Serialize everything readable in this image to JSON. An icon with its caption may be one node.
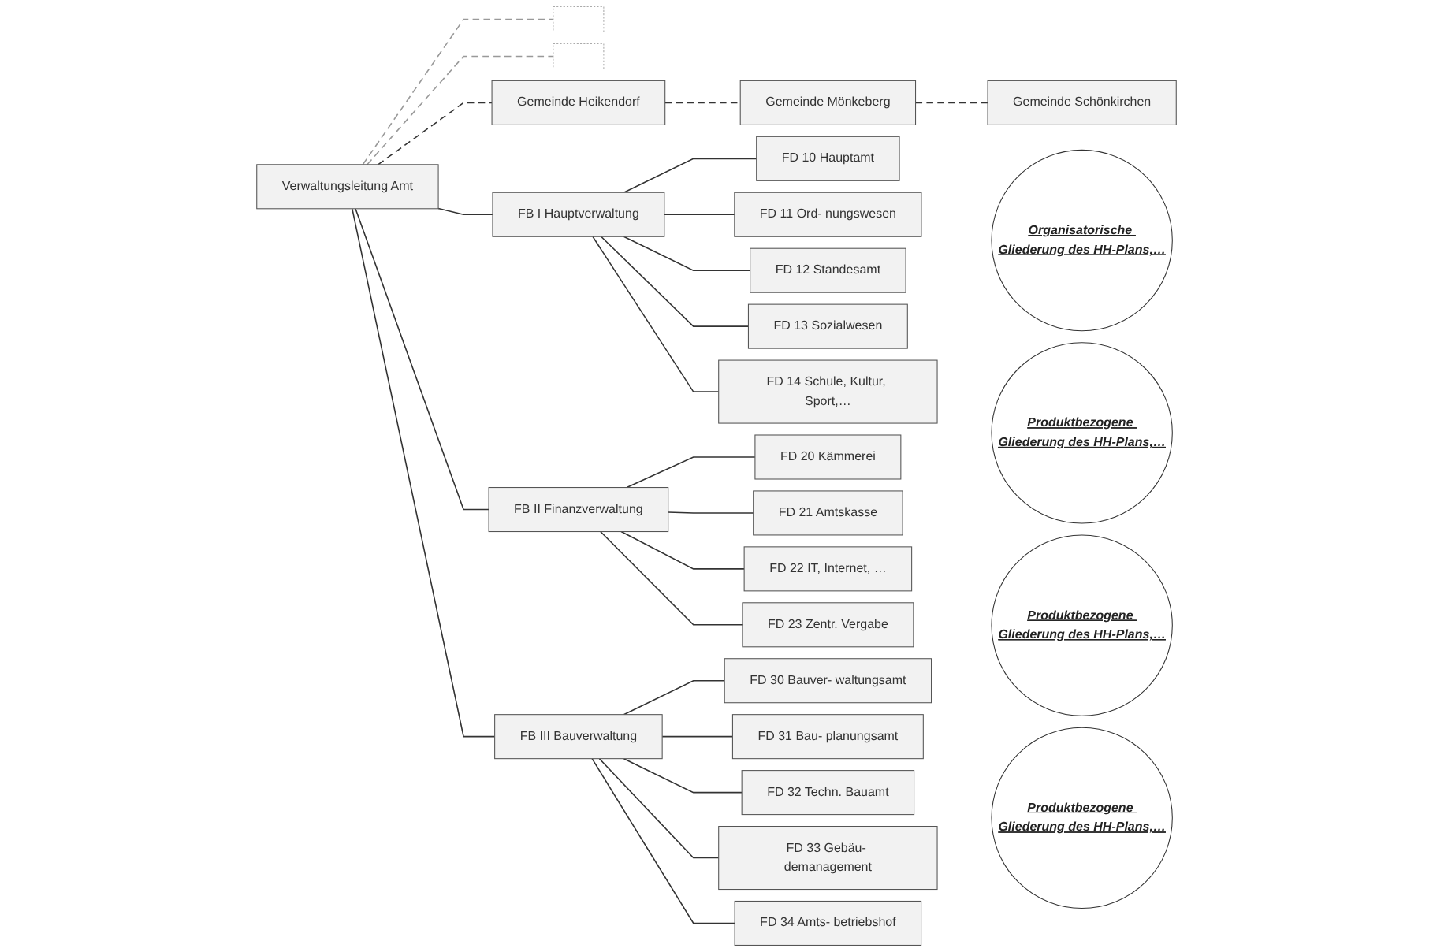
{
  "diagram": {
    "nodes": [
      {
        "text": [
          "Verwaltungsleitung Amt"
        ]
      },
      {
        "text": [],
        "shape": "box"
      },
      {
        "text": [],
        "shape": "box"
      },
      {
        "text": [
          "Gemeinde Heikendorf"
        ]
      },
      {
        "text": [
          "Gemeinde Mönkeberg"
        ]
      },
      {
        "text": [
          "Gemeinde Schönkirchen"
        ]
      },
      {
        "text": [
          "FB I Hauptverwaltung"
        ]
      },
      {
        "text": [
          "FB II Finanzverwaltung"
        ]
      },
      {
        "text": [
          "FB III Bauverwaltung"
        ]
      },
      {
        "text": [
          "FD 10 Hauptamt"
        ]
      },
      {
        "text": [
          "FD 11 Ord- nungswesen"
        ]
      },
      {
        "text": [
          "FD 12 Standesamt"
        ]
      },
      {
        "text": [
          "FD 13 Sozialwesen"
        ]
      },
      {
        "text": [
          "FD 14 Schule, Kultur, Sport,…"
        ]
      },
      {
        "text": [
          "FD 20 Kämmerei"
        ]
      },
      {
        "text": [
          "FD 21 Amtskasse"
        ]
      },
      {
        "text": [
          "FD 22 IT, Internet, …"
        ]
      },
      {
        "text": [
          "FD 23 Zentr. Vergabe"
        ]
      },
      {
        "text": [
          "FD 30 Bauver- waltungsamt"
        ]
      },
      {
        "text": [
          "FD 31 Bau- planungsamt"
        ]
      },
      {
        "text": [
          "FD 32 Techn. Bauamt"
        ]
      },
      {
        "text": [
          "FD 33 Gebäu- demanagement"
        ]
      },
      {
        "text": [
          "FD 34 Amts- betriebshof"
        ]
      },
      {
        "text": [
          "Organisatorische Gliederung des HH-Plans,…"
        ]
      },
      {
        "text": [
          "Produktbezogene Gliederung des HH-Plans,…"
        ]
      },
      {
        "text": [
          "Produktbezogene Gliederung des HH-Plans,…"
        ]
      },
      {
        "text": [
          "Produktbezogene Gliederung des HH-Plans,…"
        ]
      }
    ],
    "edges": [
      {
        "from": 0,
        "to": 3,
        "arrow": "none",
        "style": "dashed"
      },
      {
        "from": 3,
        "to": 4,
        "arrow": "none",
        "style": "dashed"
      },
      {
        "from": 4,
        "to": 5,
        "arrow": "none",
        "style": "dashed"
      },
      {
        "from": 0,
        "to": 1,
        "arrow": "none",
        "style": "dashed",
        "color": "#999999"
      },
      {
        "from": 0,
        "to": 2,
        "arrow": "none",
        "style": "dashed",
        "color": "#999999"
      },
      {
        "from": 0,
        "to": 6,
        "arrow": "none"
      },
      {
        "from": 0,
        "to": 7,
        "arrow": "none"
      },
      {
        "from": 0,
        "to": 8,
        "arrow": "none"
      },
      {
        "from": 6,
        "to": 9,
        "arrow": "none"
      },
      {
        "from": 6,
        "to": 10,
        "arrow": "none"
      },
      {
        "from": 6,
        "to": 11,
        "arrow": "none"
      },
      {
        "from": 6,
        "to": 12,
        "arrow": "none"
      },
      {
        "from": 6,
        "to": 13,
        "arrow": "none"
      },
      {
        "from": 7,
        "to": 14,
        "arrow": "none"
      },
      {
        "from": 7,
        "to": 15,
        "arrow": "none"
      },
      {
        "from": 7,
        "to": 16,
        "arrow": "none"
      },
      {
        "from": 7,
        "to": 17,
        "arrow": "none"
      },
      {
        "from": 8,
        "to": 18,
        "arrow": "none"
      },
      {
        "from": 8,
        "to": 19,
        "arrow": "none"
      },
      {
        "from": 8,
        "to": 20,
        "arrow": "none"
      },
      {
        "from": 8,
        "to": 21,
        "arrow": "none"
      },
      {
        "from": 8,
        "to": 22,
        "arrow": "none"
      }
    ]
  }
}
